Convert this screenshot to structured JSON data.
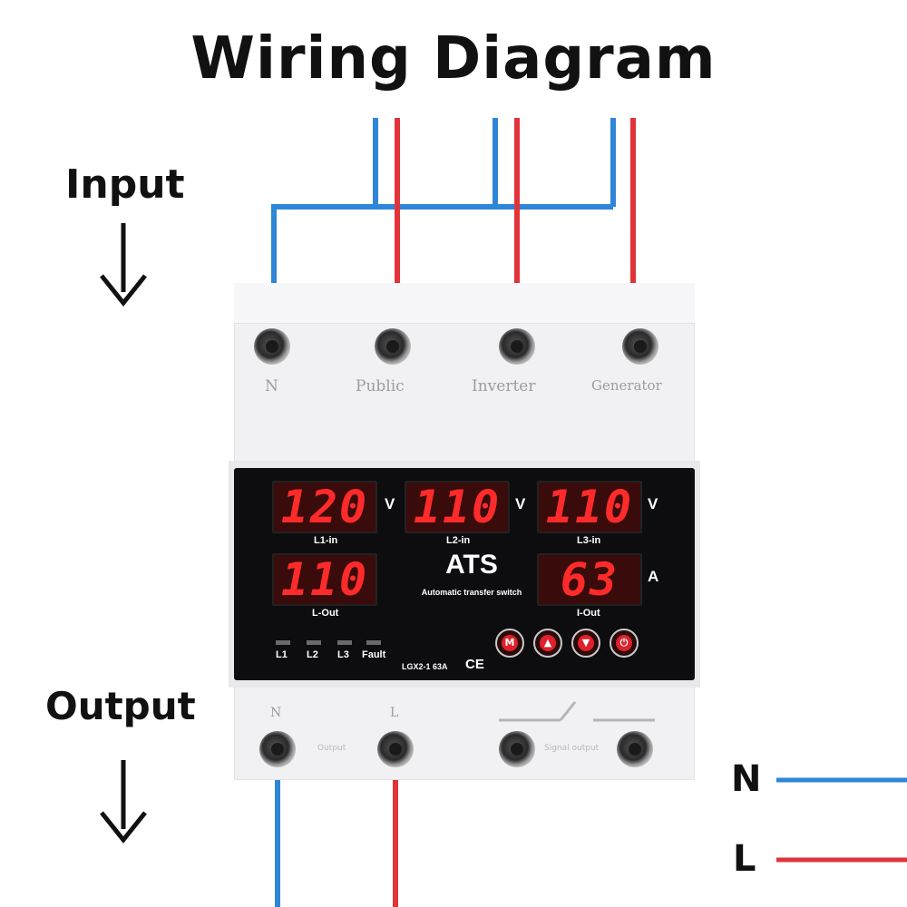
{
  "title": "Wiring Diagram",
  "input_label": "Input",
  "output_label": "Output",
  "colors": {
    "neutral": "#2f86d8",
    "line": "#e0343a"
  },
  "device": {
    "input_terminals": [
      "N",
      "Public",
      "Inverter",
      "Generator"
    ],
    "output_terminals": [
      "N",
      "L"
    ],
    "output_small_labels": [
      "Output",
      "Signal output"
    ],
    "displays": [
      {
        "id": "l1-in",
        "value": "120",
        "unit": "V",
        "label": "L1-in"
      },
      {
        "id": "l2-in",
        "value": "110",
        "unit": "V",
        "label": "L2-in"
      },
      {
        "id": "l3-in",
        "value": "110",
        "unit": "V",
        "label": "L3-in"
      },
      {
        "id": "l-out",
        "value": "110",
        "unit": "",
        "label": "L-Out"
      },
      {
        "id": "i-out",
        "value": "63",
        "unit": "A",
        "label": "I-Out"
      }
    ],
    "name": "ATS",
    "subtitle": "Automatic transfer switch",
    "indicators": [
      "L1",
      "L2",
      "L3",
      "Fault"
    ],
    "model": "LGX2-1 63A",
    "cert": "CE",
    "buttons": [
      {
        "name": "menu",
        "icon": "M"
      },
      {
        "name": "up",
        "icon": "▲"
      },
      {
        "name": "down",
        "icon": "▼"
      },
      {
        "name": "power",
        "icon": "⏻"
      }
    ]
  },
  "legend": [
    {
      "letter": "N",
      "color": "#2f86d8"
    },
    {
      "letter": "L",
      "color": "#e0343a"
    }
  ]
}
